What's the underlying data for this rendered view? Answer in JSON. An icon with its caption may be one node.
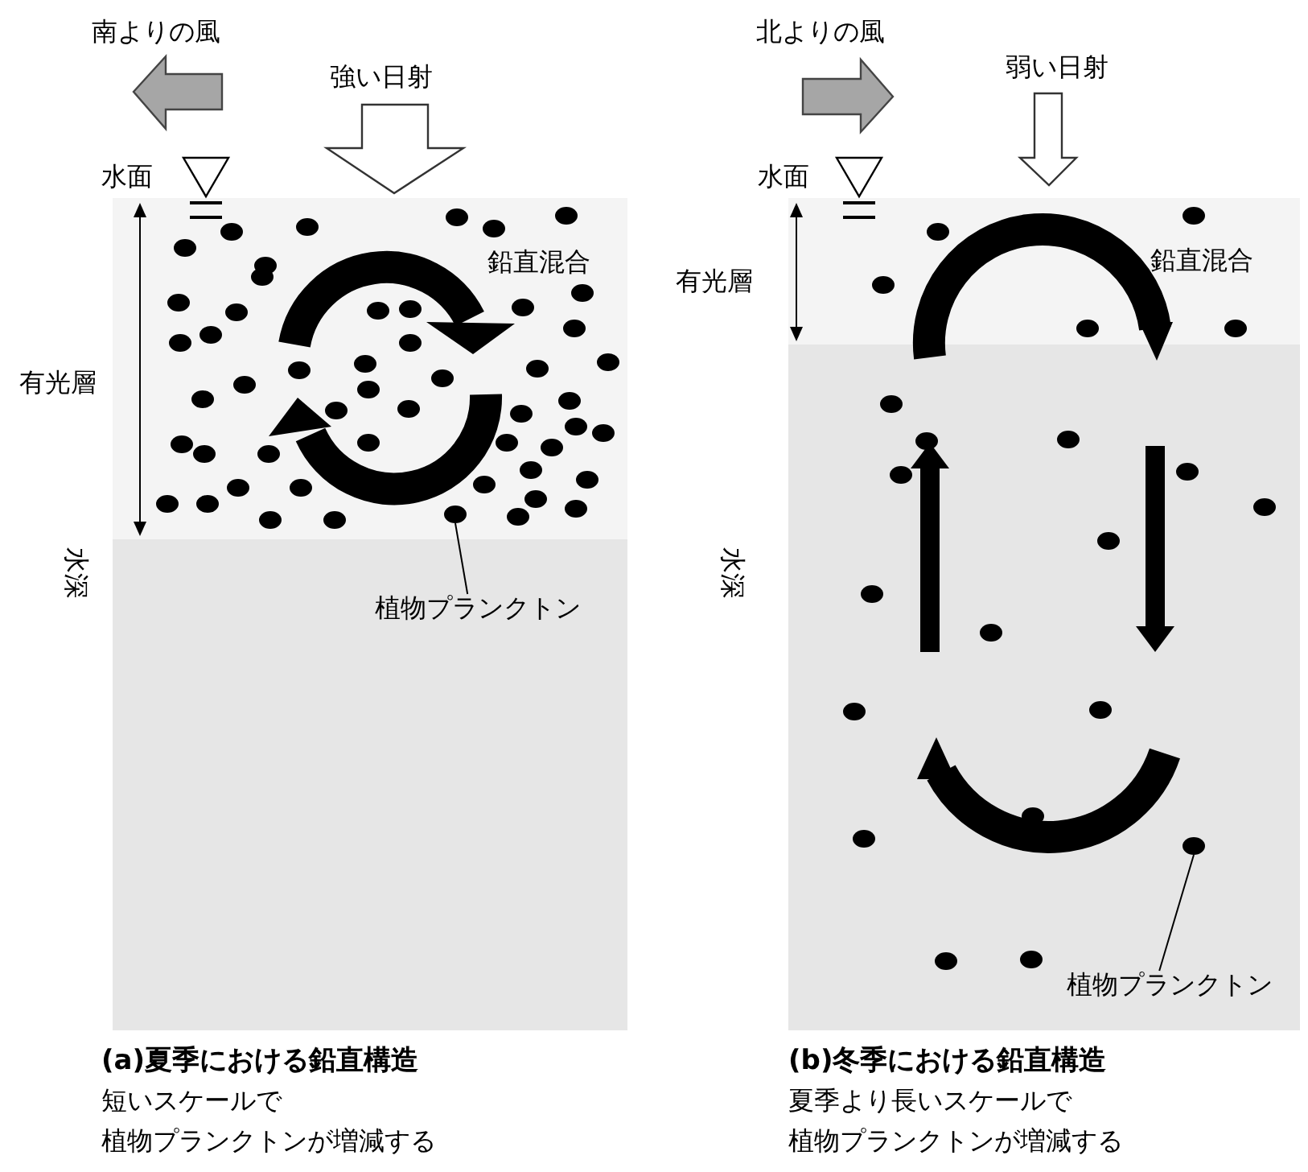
{
  "diagram": {
    "nodes": [
      {
        "text": [
          "植物プランクトン"
        ]
      },
      {
        "text": [],
        "shape": "circle"
      },
      {
        "text": [
          "植物プランクトン"
        ]
      },
      {
        "text": [],
        "shape": "circle"
      }
    ],
    "edges": [
      {
        "from": 0,
        "to": 1,
        "arrow": "none"
      },
      {
        "from": 2,
        "to": 3,
        "arrow": "none"
      }
    ],
    "labels": [
      "南よりの風",
      "強い日射",
      "水面",
      "鉛直混合",
      "有光層",
      "水深",
      "(a)夏季における鉛直構造",
      "短いスケールで",
      "植物プランクトンが増減する",
      "北よりの風",
      "弱い日射",
      "水面",
      "鉛直混合",
      "有光層",
      "水深",
      "(b)冬季における鉛直構造",
      "夏季より長いスケールで",
      "植物プランクトンが増減する"
    ]
  }
}
